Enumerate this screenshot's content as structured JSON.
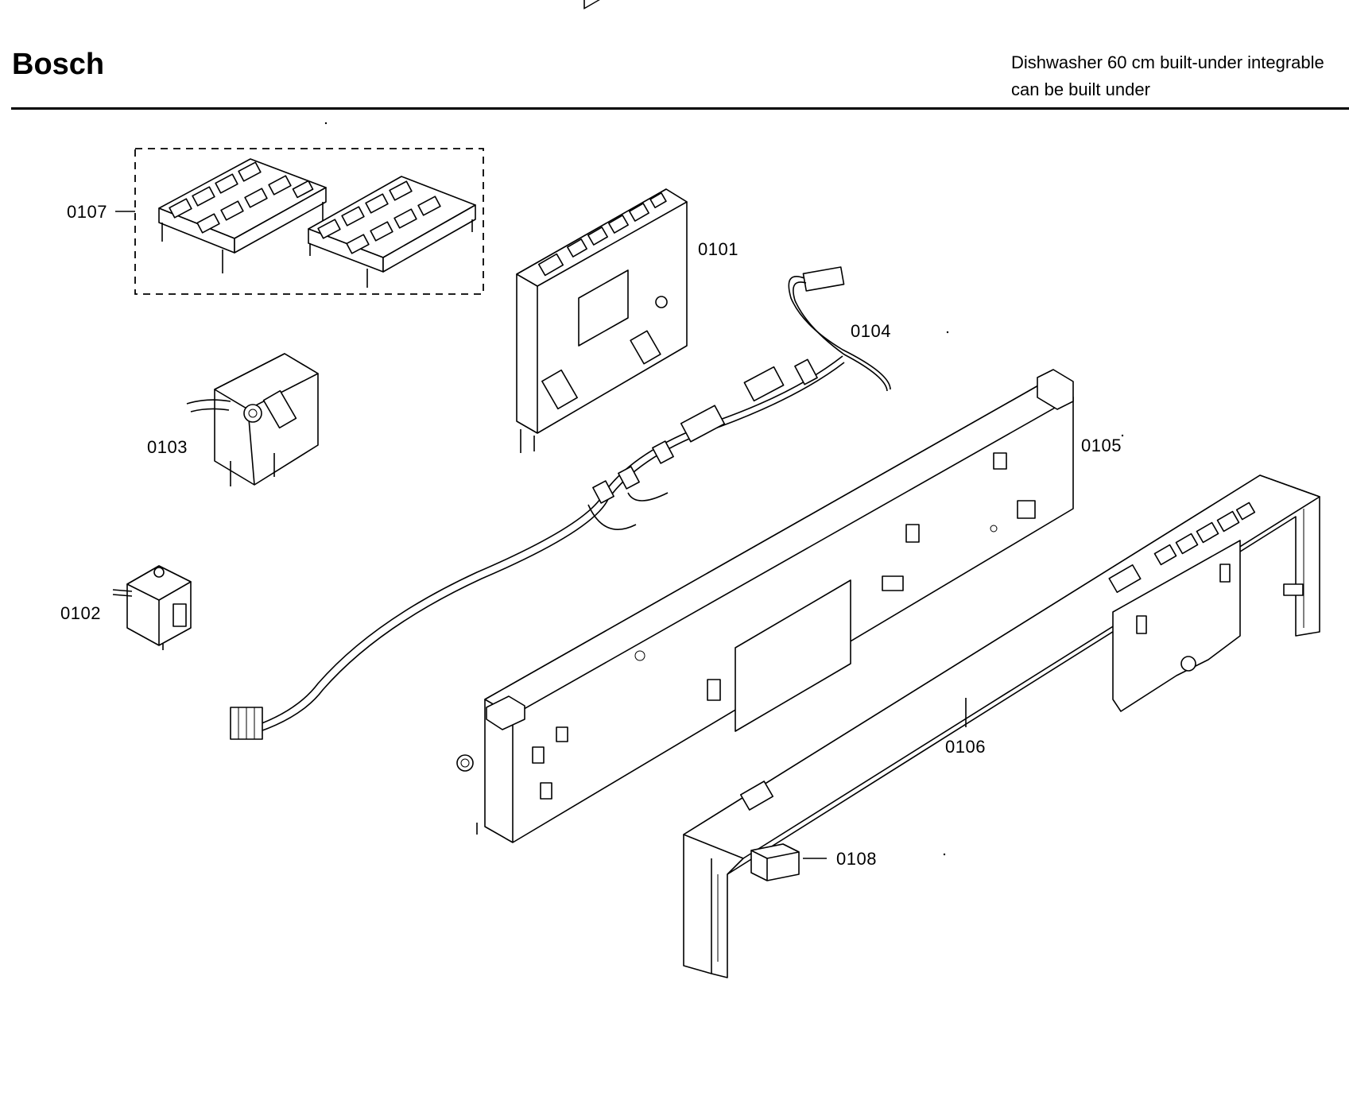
{
  "header": {
    "brand": "Bosch",
    "description_line1": "Dishwasher 60 cm built-under integrable",
    "description_line2": "can be built under"
  },
  "callouts": {
    "p0101": "0101",
    "p0102": "0102",
    "p0103": "0103",
    "p0104": "0104",
    "p0105": "0105",
    "p0106": "0106",
    "p0107": "0107",
    "p0108": "0108"
  }
}
